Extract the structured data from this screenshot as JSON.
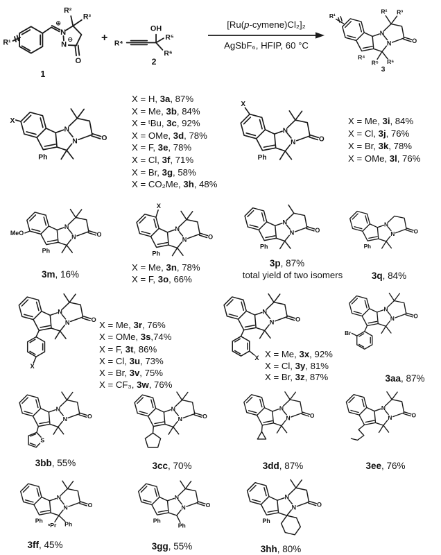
{
  "labels": {
    "n": "N",
    "o": "O",
    "s": "S",
    "x": "X",
    "ph": "Ph",
    "meo": "MeO",
    "br": "Br",
    "npr": "ⁿPr",
    "oh": "OH",
    "r1": "R¹",
    "r2": "R²",
    "r3": "R³",
    "r4": "R⁴",
    "r5": "R⁵",
    "r6": "R⁶",
    "plus_charge": "⊕",
    "minus_charge": "⊖",
    "plus": "+",
    "c1": "1",
    "c2": "2",
    "c3": "3"
  },
  "conditions": {
    "pre": "[Ru(",
    "italic": "p",
    "post": "-cymene)Cl₂]₂",
    "below": "AgSbF₆, HFIP, 60 °C"
  },
  "blocks": {
    "a": {
      "list": [
        {
          "pre": "X = H, ",
          "id": "3a",
          "post": ", 87%"
        },
        {
          "pre": "X = Me, ",
          "id": "3b",
          "post": ", 84%"
        },
        {
          "pre": "X = ᵗBu, ",
          "id": "3c",
          "post": ", 92%"
        },
        {
          "pre": "X = OMe, ",
          "id": "3d",
          "post": ", 78%"
        },
        {
          "pre": "X = F, ",
          "id": "3e",
          "post": ", 78%"
        },
        {
          "pre": "X = Cl, ",
          "id": "3f",
          "post": ", 71%"
        },
        {
          "pre": "X = Br, ",
          "id": "3g",
          "post": ", 58%"
        },
        {
          "pre": "X = CO₂Me, ",
          "id": "3h",
          "post": ", 48%"
        }
      ]
    },
    "b": {
      "list": [
        {
          "pre": "X = Me, ",
          "id": "3i",
          "post": ", 84%"
        },
        {
          "pre": "X = Cl, ",
          "id": "3j",
          "post": ", 76%"
        },
        {
          "pre": "X = Br, ",
          "id": "3k",
          "post": ", 78%"
        },
        {
          "pre": "X = OMe, ",
          "id": "3l",
          "post": ", 76%"
        }
      ]
    },
    "m": {
      "id": "3m",
      "rest": ", 16%"
    },
    "no": {
      "list": [
        {
          "pre": "X = Me, ",
          "id": "3n",
          "post": ", 78%"
        },
        {
          "pre": "X = F, ",
          "id": "3o",
          "post": ", 66%"
        }
      ]
    },
    "p": {
      "id": "3p",
      "rest": ", 87%",
      "note": "total yield of two isomers"
    },
    "q": {
      "id": "3q",
      "rest": ", 84%"
    },
    "rw": {
      "list": [
        {
          "pre": "X = Me, ",
          "id": "3r",
          "post": ", 76%"
        },
        {
          "pre": "X = OMe, ",
          "id": "3s",
          "post": ",74%"
        },
        {
          "pre": "X = F, ",
          "id": "3t",
          "post": ", 86%"
        },
        {
          "pre": "X = Cl, ",
          "id": "3u",
          "post": ", 73%"
        },
        {
          "pre": "X = Br, ",
          "id": "3v",
          "post": ", 75%"
        },
        {
          "pre": "X = CF₃, ",
          "id": "3w",
          "post": ", 76%"
        }
      ]
    },
    "xz": {
      "list": [
        {
          "pre": "X = Me, ",
          "id": "3x",
          "post": ", 92%"
        },
        {
          "pre": "X = Cl, ",
          "id": "3y",
          "post": ", 81%"
        },
        {
          "pre": "X = Br, ",
          "id": "3z",
          "post": ", 87%"
        }
      ]
    },
    "aa": {
      "id": "3aa",
      "rest": ", 87%"
    },
    "bb": {
      "id": "3bb",
      "rest": ", 55%"
    },
    "cc": {
      "id": "3cc",
      "rest": ", 70%"
    },
    "dd": {
      "id": "3dd",
      "rest": ", 87%"
    },
    "ee": {
      "id": "3ee",
      "rest": ", 76%"
    },
    "ff": {
      "id": "3ff",
      "rest": ", 45%"
    },
    "gg": {
      "id": "3gg",
      "rest": ", 55%"
    },
    "hh": {
      "id": "3hh",
      "rest": ", 80%"
    }
  }
}
